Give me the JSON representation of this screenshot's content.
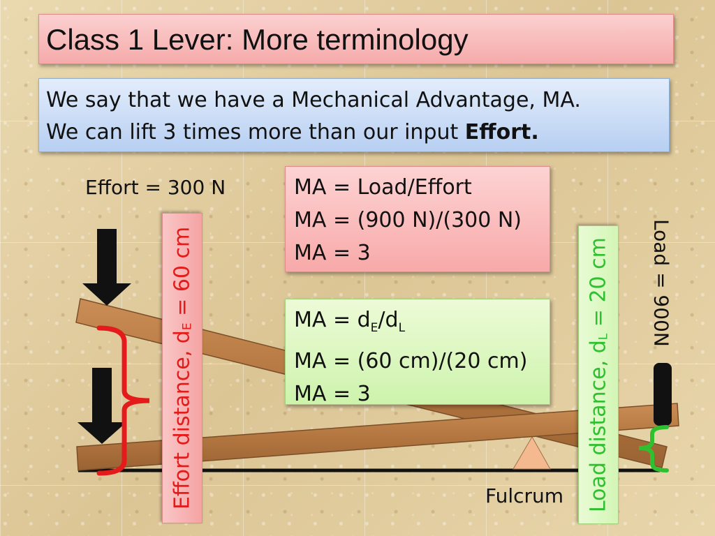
{
  "slide": {
    "title": "Class 1 Lever: More terminology",
    "intro": {
      "line1": "We say that we have a Mechanical Advantage, MA.",
      "line2_prefix": "We can lift 3 times more than our input ",
      "line2_bold": "Effort."
    },
    "ma_force": {
      "line1": "MA = Load/Effort",
      "line2": "MA = (900 N)/(300 N)",
      "line3": "MA = 3"
    },
    "ma_distance": {
      "line1_prefix": "MA = d",
      "line1_sub1": "E",
      "line1_mid": "/d",
      "line1_sub2": "L",
      "line2": "MA = (60 cm)/(20 cm)",
      "line3": "MA = 3"
    },
    "diagram": {
      "effort_label": "Effort = 300 N",
      "load_label": "Load = 900N",
      "fulcrum_label": "Fulcrum",
      "effort_distance": {
        "prefix": "Effort distance, d",
        "sub": "E",
        "suffix": " = 60 cm"
      },
      "load_distance": {
        "prefix": "Load distance, d",
        "sub": "L",
        "suffix": " = 20 cm"
      }
    },
    "colors": {
      "effort_accent": "#e31b1b",
      "load_accent": "#2fc02f",
      "plank": "#b57a45",
      "fulcrum": "#f5b98f"
    }
  }
}
